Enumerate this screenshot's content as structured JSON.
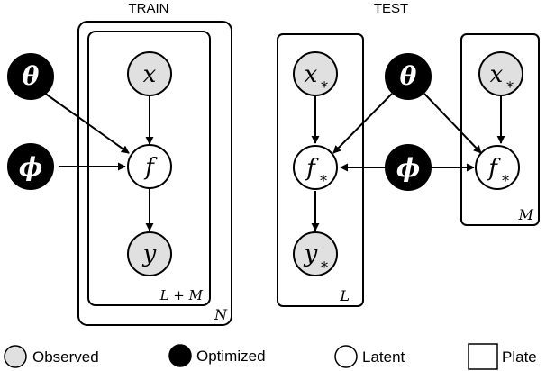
{
  "titles": {
    "train": "TRAIN",
    "test": "TEST"
  },
  "colors": {
    "observed": "#e0e0e0",
    "optimized": "#000000",
    "latent": "#ffffff",
    "stroke": "#000000"
  },
  "train": {
    "nodes": {
      "theta": "θ",
      "phi": "ϕ",
      "x": "x",
      "f": "f",
      "y": "y"
    },
    "plates": {
      "inner": "L + M",
      "outer": "N"
    }
  },
  "test": {
    "nodes": {
      "x_star_left": "x",
      "f_star_left": "f",
      "y_star": "y",
      "theta": "θ",
      "phi": "ϕ",
      "x_star_right": "x",
      "f_star_right": "f"
    },
    "star": "∗",
    "plates": {
      "left": "L",
      "right": "M"
    }
  },
  "legend": {
    "observed": "Observed",
    "optimized": "Optimized",
    "latent": "Latent",
    "plate": "Plate"
  }
}
